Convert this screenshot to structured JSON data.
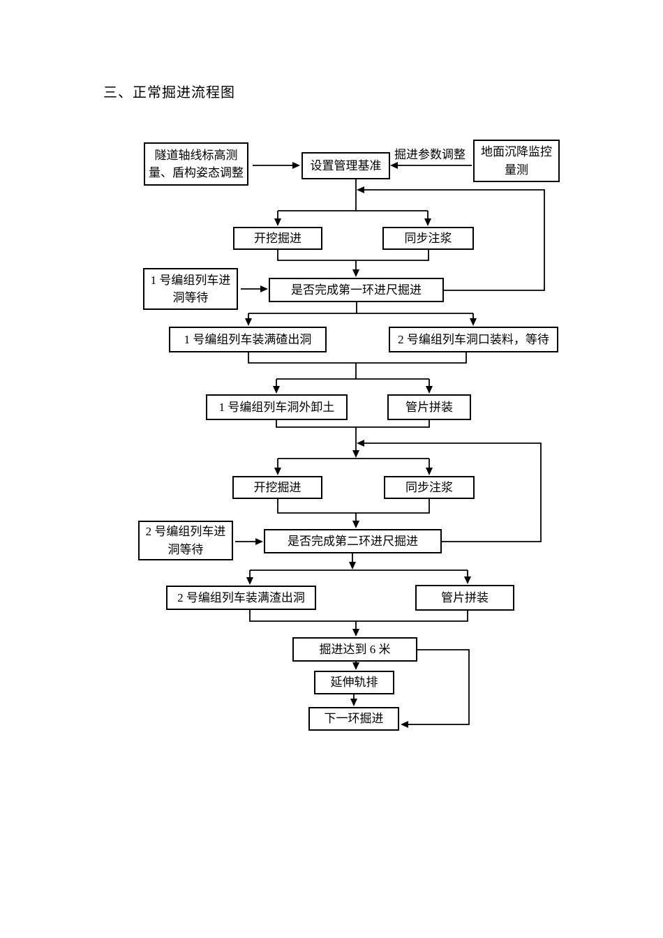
{
  "page": {
    "title": "三、正常掘进流程图"
  },
  "flowchart": {
    "edge_labels": {
      "param_adjust": "掘进参数调整"
    },
    "nodes": {
      "tunnel_axis_survey": "隧道轴线标高测量、盾构姿态调整",
      "set_management_benchmark": "设置管理基准",
      "ground_settlement_monitoring": "地面沉降监控量测",
      "excavation_1": "开挖掘进",
      "sync_grouting_1": "同步注浆",
      "train1_enter_wait": "1 号编组列车进洞等待",
      "ring1_check": "是否完成第一环进尺掘进",
      "train1_full_exit": "1 号编组列车装满碴出洞",
      "train2_load_wait": "2 号编组列车洞口装料，等待",
      "train1_unload": "1 号编组列车洞外卸土",
      "segment_assembly_1": "管片拼装",
      "excavation_2": "开挖掘进",
      "sync_grouting_2": "同步注浆",
      "train2_enter_wait": "2 号编组列车进洞等待",
      "ring2_check": "是否完成第二环进尺掘进",
      "train2_full_exit": "2 号编组列车装满渣出洞",
      "segment_assembly_2": "管片拼装",
      "reach_6m": "掘进达到 6 米",
      "extend_rail": "延伸轨排",
      "next_ring": "下一环掘进"
    }
  }
}
